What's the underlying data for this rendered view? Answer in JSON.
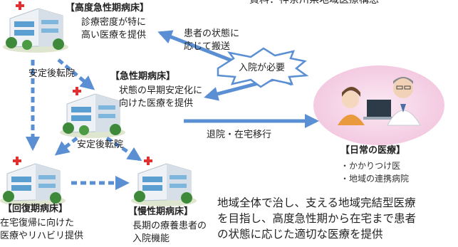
{
  "source": "資料：神奈川県地域医療構想",
  "nodes": {
    "advanced_acute": {
      "title": "【高度急性期病床】",
      "lines": [
        "診療密度が特に",
        "高い医療を提供"
      ]
    },
    "acute": {
      "title": "【急性期病床】",
      "lines": [
        "状態の早期安定化に",
        "向けた医療を提供"
      ]
    },
    "recovery": {
      "title": "【回復期病床】",
      "lines": [
        "在宅復帰に向けた",
        "医療やリハビリ提供"
      ]
    },
    "chronic": {
      "title": "【慢性期病床】",
      "lines": [
        "長期の療養患者の",
        "入院機能"
      ]
    },
    "daily": {
      "title": "【日常の医療】",
      "lines": [
        "・かかりつけ医",
        "・地域の連携病院"
      ]
    }
  },
  "edges": {
    "transfer1": "安定後転院",
    "transfer2": "安定後転院",
    "transport": [
      "患者の状態に",
      "応じて搬送"
    ],
    "admission": "入院が必要",
    "discharge": "退院・在宅移行"
  },
  "summary": [
    "地域全体で治し、支える地域完結型医療",
    "を目指し、高度急性期から在宅まで患者",
    "の状態に応じた適切な医療を提供"
  ],
  "colors": {
    "arrow": "#5a8fd4",
    "hospital_wall": "#e8edf2",
    "hospital_glass": "#5a9fd0",
    "tree": "#3f8a3a",
    "bubble": "#f7d6e9"
  }
}
